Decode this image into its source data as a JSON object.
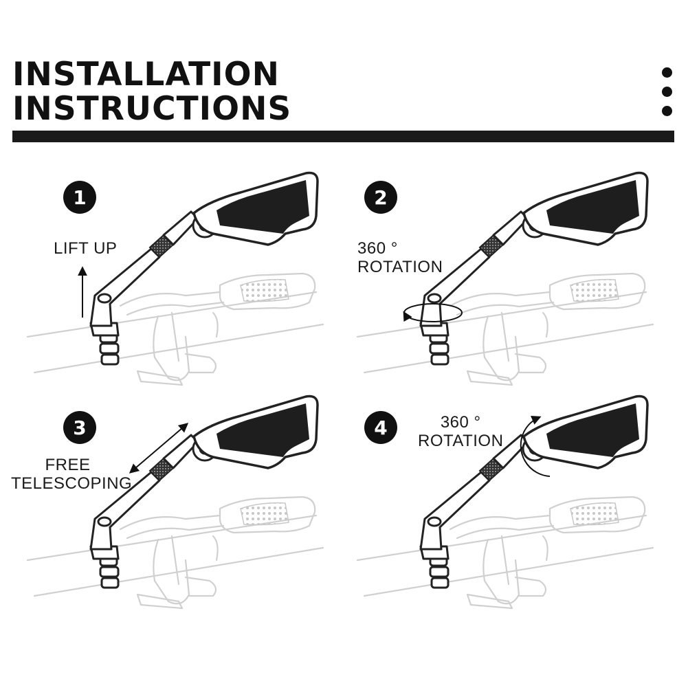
{
  "title": {
    "line1": "INSTALLATION",
    "line2": "INSTRUCTIONS"
  },
  "steps": [
    {
      "number": "1",
      "label_lines": [
        "LIFT UP"
      ],
      "motion": "lift-up"
    },
    {
      "number": "2",
      "label_lines": [
        "360 °",
        "ROTATION"
      ],
      "motion": "rotation-base"
    },
    {
      "number": "3",
      "label_lines": [
        "FREE",
        "TELESCOPING"
      ],
      "motion": "telescoping"
    },
    {
      "number": "4",
      "label_lines": [
        "360 °",
        "ROTATION"
      ],
      "motion": "rotation-mirror"
    }
  ],
  "icons": [
    "more-vertical-icon",
    "bike-handlebar-illustration",
    "rear-view-mirror-illustration",
    "motion-arrow-icon"
  ],
  "colors": {
    "ink": "#111111",
    "rule": "#1a1a1a",
    "handlebar_line": "#d0d0d0",
    "mirror_glass": "#1e1e1e"
  }
}
